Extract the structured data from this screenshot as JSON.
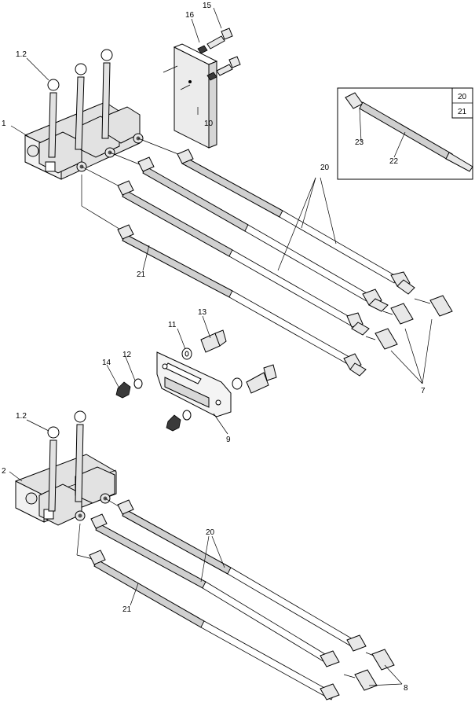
{
  "callouts": {
    "c_1_2_top": "1.2",
    "c_1": "1",
    "c_15": "15",
    "c_16": "16",
    "c_10": "10",
    "c_20_top": "20",
    "c_21_top": "21",
    "c_11": "11",
    "c_13": "13",
    "c_12": "12",
    "c_14": "14",
    "c_9": "9",
    "c_7": "7",
    "c_1_2_bottom": "1.2",
    "c_2": "2",
    "c_20_bottom": "20",
    "c_21_bottom": "21",
    "c_8": "8"
  },
  "inset": {
    "ref_a": "20",
    "ref_b": "21",
    "c_23": "23",
    "c_22": "22"
  },
  "colors": {
    "line": "#000000",
    "hose_fill": "#d0d0d0",
    "part_fill": "#e2e2e2",
    "background": "#ffffff"
  }
}
